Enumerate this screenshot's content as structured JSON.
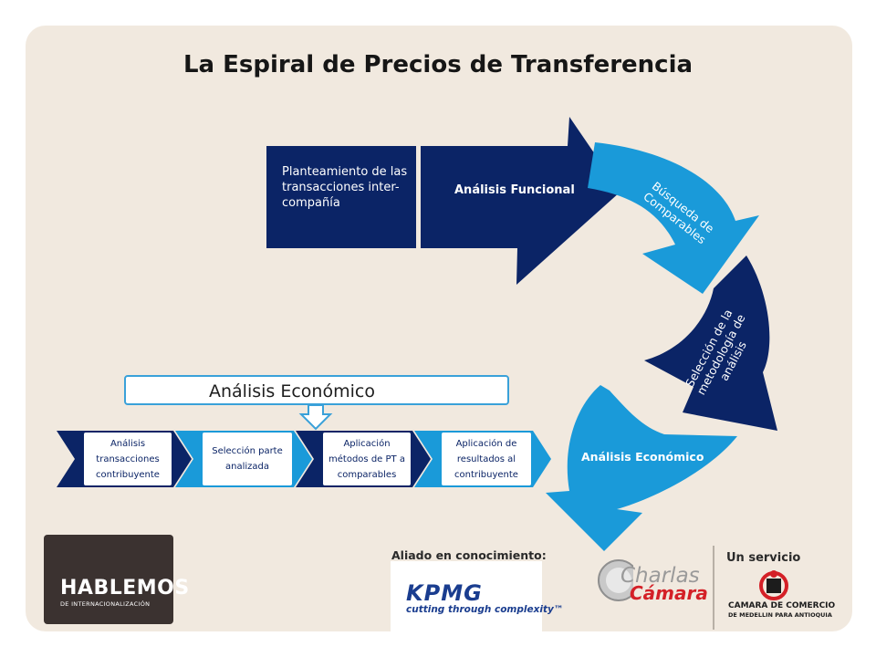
{
  "slide": {
    "title": "La Espiral de Precios de Transferencia"
  },
  "spiral": {
    "step1": "Planteamiento de las transacciones inter-compañía",
    "step2": "Análisis Funcional",
    "step3": "Búsqueda de Comparables",
    "step4": "Selección de la metodología de análisis",
    "step5": "Análisis Económico"
  },
  "economic_detail": {
    "header": "Análisis Económico",
    "steps": [
      "Análisis transacciones contribuyente",
      "Selección parte analizada",
      "Aplicación métodos de PT a comparables",
      "Aplicación de resultados al contribuyente"
    ]
  },
  "footer": {
    "hablemos_title": "HABLEMOS",
    "hablemos_subtitle": "DE INTERNACIONALIZACIÓN",
    "aliado_label": "Aliado en conocimiento:",
    "kpmg_name": "KPMG",
    "kpmg_tagline": "cutting through complexity™",
    "charlas_word": "Charlas",
    "camara_word": "Cámara",
    "servicio_label": "Un servicio",
    "camara_name": "CAMARA DE COMERCIO",
    "camara_city": "DE MEDELLIN PARA ANTIOQUIA"
  },
  "colors": {
    "dark_navy": "#0b2466",
    "light_blue": "#1496d7",
    "background": "#f1e9df"
  }
}
